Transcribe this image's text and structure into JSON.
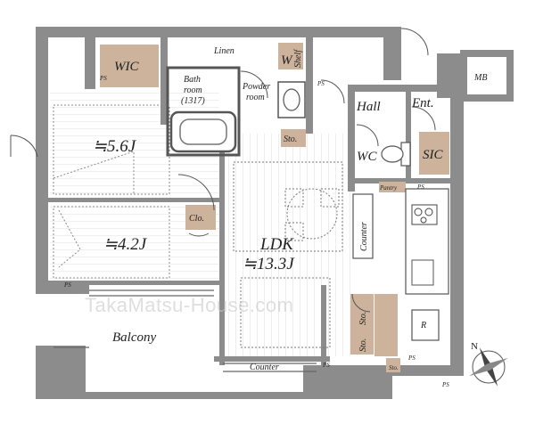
{
  "rooms": {
    "wic": "WIC",
    "bath_line1": "Bath",
    "bath_line2": "room",
    "bath_line3": "(1317)",
    "linen": "Linen",
    "w": "W",
    "shelf": "Shelf",
    "powder_line1": "Powder",
    "powder_line2": "room",
    "hall": "Hall",
    "ent": "Ent.",
    "mb": "MB",
    "bedroom1": "≒5.6J",
    "bedroom2": "≒4.2J",
    "clo": "Clo.",
    "sto_powder": "Sto.",
    "wc": "WC",
    "sic": "SIC",
    "pantry": "Pantry",
    "counter_vertical": "Counter",
    "ldk_name": "LDK",
    "ldk_size": "≒13.3J",
    "sto_a": "Sto.",
    "sto_b": "Sto.",
    "sto_c": "Sto.",
    "r": "R",
    "balcony": "Balcony",
    "counter_bottom": "Counter",
    "ps_labels": [
      "PS",
      "PS",
      "PS",
      "PS",
      "PS",
      "PS",
      "PS"
    ]
  },
  "compass": {
    "north": "N"
  },
  "watermark": "TakaMatsu-House.com",
  "colors": {
    "wall": "#8c8c8c",
    "wall_dark": "#6e6e6e",
    "storage": "#cdb39c",
    "floor_line": "#d9d9d9",
    "line": "#444444"
  }
}
